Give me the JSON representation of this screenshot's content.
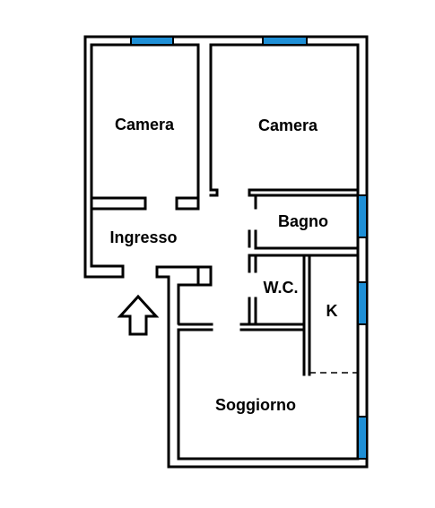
{
  "rooms": {
    "camera_left": "Camera",
    "camera_right": "Camera",
    "ingresso": "Ingresso",
    "bagno": "Bagno",
    "wc": "W.C.",
    "kitchen": "K",
    "soggiorno": "Soggiorno"
  },
  "colors": {
    "window": "#1e8fd6",
    "wall": "#000000",
    "background": "#ffffff"
  },
  "icons": {
    "entrance": "up-arrow-icon"
  }
}
